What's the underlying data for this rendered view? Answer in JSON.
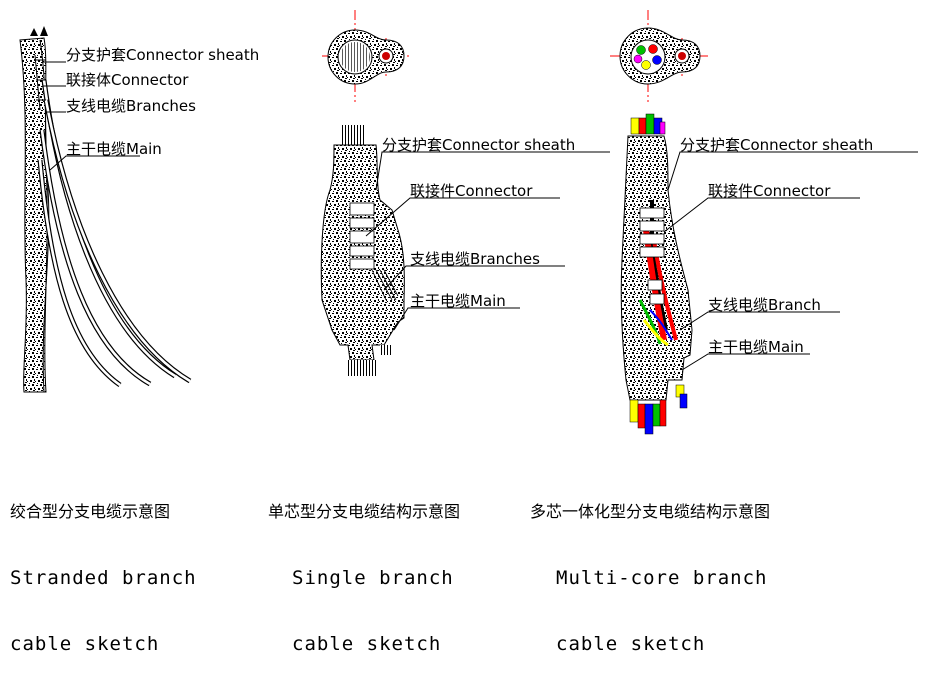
{
  "colors": {
    "line": "#000000",
    "centerline": "#ff0000",
    "cores": [
      "#ff0000",
      "#00c000",
      "#0000ff",
      "#ffff00",
      "#ff00ff",
      "#00ffff"
    ]
  },
  "left_diagram": {
    "labels": {
      "connector_sheath": "分支护套Connector sheath",
      "connector": "联接体Connector",
      "branches": "支线电缆Branches",
      "main": "主干电缆Main"
    },
    "caption": {
      "cn": "绞合型分支电缆示意图",
      "en1": "Stranded branch",
      "en2": "cable sketch"
    }
  },
  "middle_diagram": {
    "labels": {
      "connector_sheath": "分支护套Connector sheath",
      "connector": "联接件Connector",
      "branches": "支线电缆Branches",
      "main": "主干电缆Main"
    },
    "caption": {
      "cn": "单芯型分支电缆结构示意图",
      "en1": "Single branch",
      "en2": "cable sketch"
    }
  },
  "right_diagram": {
    "labels": {
      "connector_sheath": "分支护套Connector sheath",
      "connector": "联接件Connector",
      "branch": "支线电缆Branch",
      "main": "主干电缆Main"
    },
    "caption": {
      "cn": "多芯一体化型分支电缆结构示意图",
      "en1": "Multi-core branch",
      "en2": "cable sketch"
    }
  }
}
